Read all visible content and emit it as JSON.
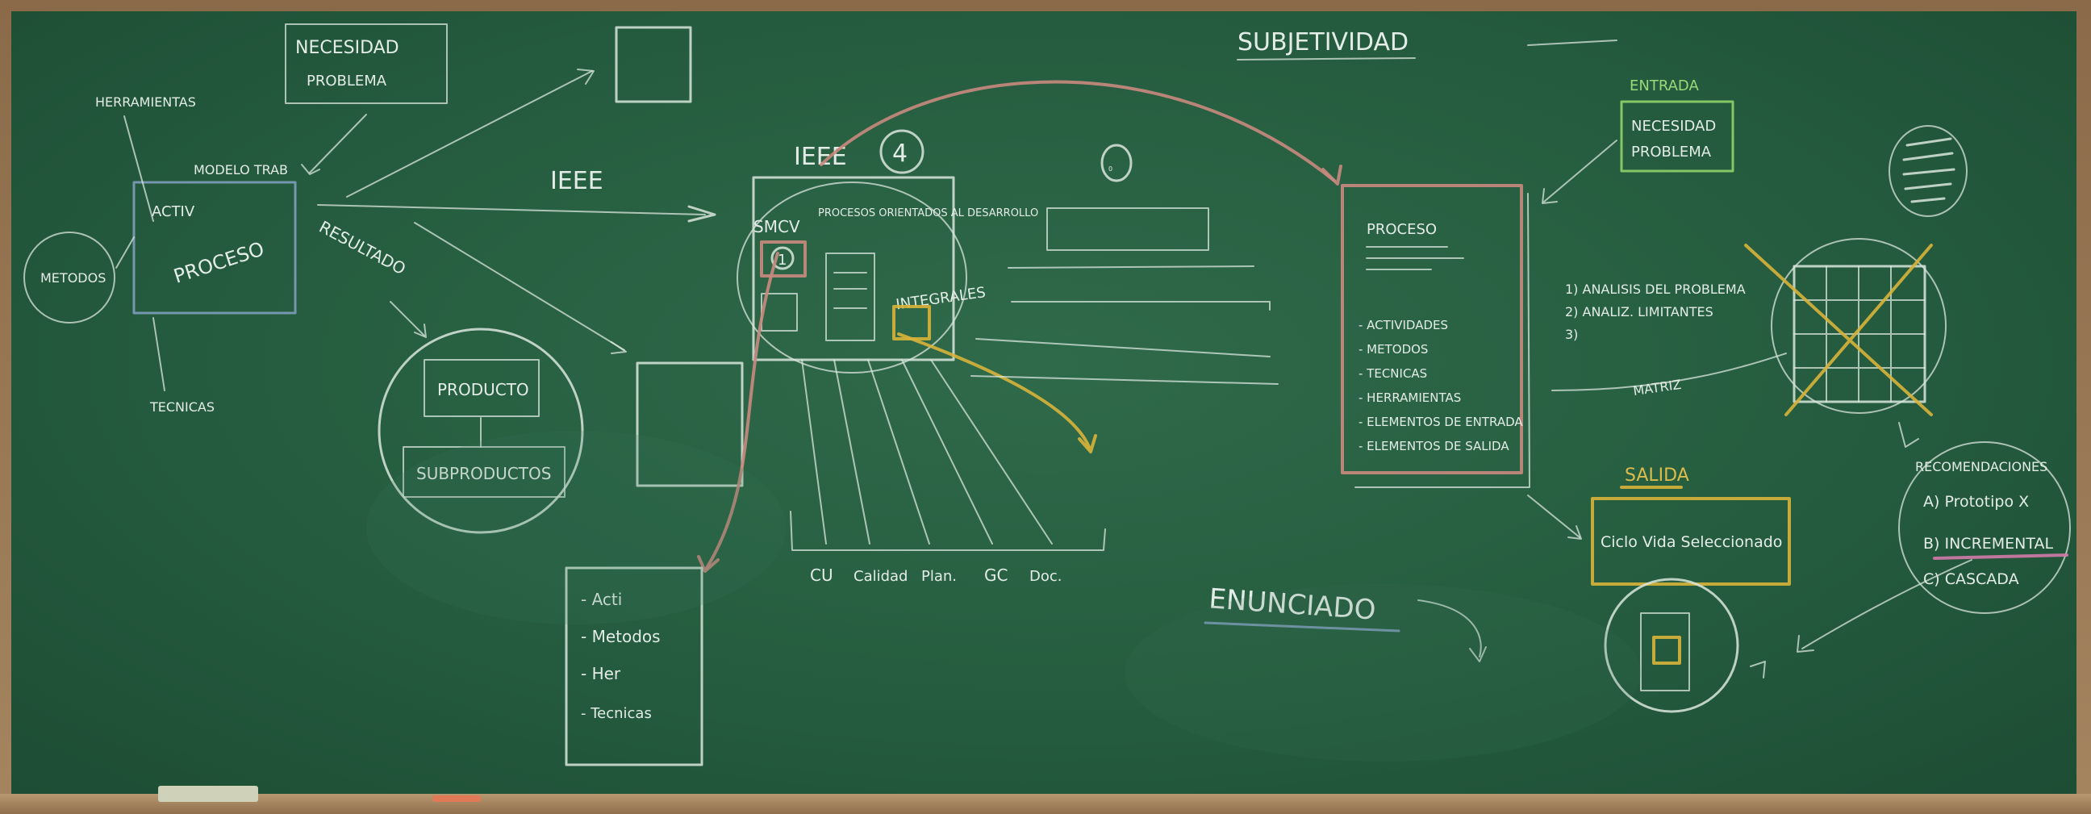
{
  "board": {
    "title": "SUBJETIVIDAD",
    "left_node": {
      "necesidad": "NECESIDAD",
      "problema": "PROBLEMA",
      "herramientas": "HERRAMIENTAS",
      "modelo": "MODELO TRAB",
      "activ": "ACTIV",
      "proceso": "PROCESO",
      "metodos": "METODOS",
      "tecnicas": "TECNICAS",
      "resultado": "RESULTADO"
    },
    "ieee_arrow": "IEEE",
    "product_circle": {
      "producto": "PRODUCTO",
      "subproductos": "SUBPRODUCTOS"
    },
    "ieee_box": {
      "heading": "IEEE",
      "number": "4",
      "smcv": "SMCV",
      "smcv_num": "1",
      "procesos": "PROCESOS ORIENTADOS AL DESARROLLO",
      "integrales": "INTEGRALES"
    },
    "zero": "0",
    "bottom_labels": [
      "CU",
      "Calidad",
      "Plan.",
      "GC",
      "Doc."
    ],
    "lower_box": [
      "- Acti",
      "- Metodos",
      "- Her",
      "- Tecnicas"
    ],
    "enunciado": "ENUNCIADO",
    "entrada": {
      "label": "ENTRADA",
      "l1": "NECESIDAD",
      "l2": "PROBLEMA"
    },
    "proceso_card": {
      "title": "PROCESO",
      "items": [
        "- ACTIVIDADES",
        "- METODOS",
        "- TECNICAS",
        "- HERRAMIENTAS",
        "- ELEMENTOS DE ENTRADA",
        "- ELEMENTOS DE SALIDA"
      ]
    },
    "steps": [
      "1) ANALISIS DEL PROBLEMA",
      "2) ANALIZ. LIMITANTES",
      "3)"
    ],
    "matriz": "MATRIZ",
    "salida": {
      "label": "SALIDA",
      "text": "Ciclo Vida Seleccionado"
    },
    "recomendaciones": {
      "title": "RECOMENDACIONES",
      "items": [
        "A) Prototipo X",
        "B) INCREMENTAL",
        "C) CASCADA"
      ]
    }
  }
}
